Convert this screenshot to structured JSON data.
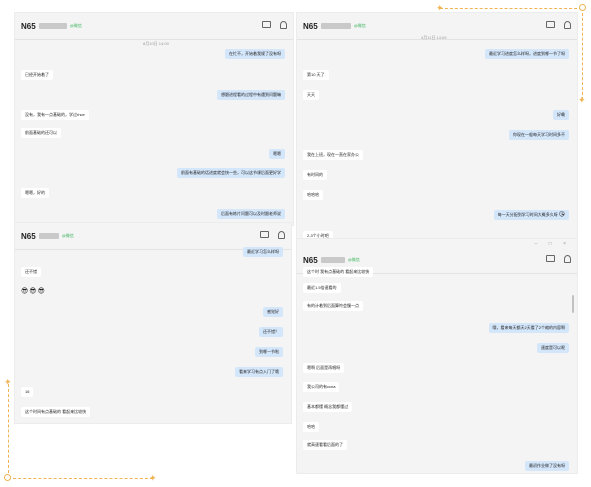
{
  "contact": {
    "name": "N65",
    "tag": "@微信"
  },
  "top_left": {
    "time": "8月10日 14:00",
    "messages": [
      {
        "dir": "out",
        "text": "在忙不，开始着我规了没有呀"
      },
      {
        "dir": "in",
        "text": "已经开始着了"
      },
      {
        "dir": "out",
        "text": "想跟进程看的过程中有遇到问题嘛"
      },
      {
        "dir": "in",
        "text": "没有，我有一点基础的，学过rhce"
      },
      {
        "dir": "in",
        "text": "前面基础的还可以"
      },
      {
        "dir": "out",
        "text": "嗯嗯"
      },
      {
        "dir": "out",
        "text": "前面有基础的话进度就会快一些，可以这节课后面更好学"
      },
      {
        "dir": "in",
        "text": "嗯嗯，好的"
      },
      {
        "dir": "out",
        "text": "后面有练片问题可以及时跟老师说"
      }
    ]
  },
  "top_right": {
    "time": "4月11日 14:09",
    "messages": [
      {
        "dir": "out",
        "text": "最近学习进度怎么样呀，进度到哪一节了呀"
      },
      {
        "dir": "in",
        "text": "第10 天了"
      },
      {
        "dir": "in",
        "text": "天天"
      },
      {
        "dir": "out",
        "text": "好嘞"
      },
      {
        "dir": "out",
        "text": "你现在一般每天学习时间多不"
      },
      {
        "dir": "in",
        "text": "我在上班，现在一直在家办公"
      },
      {
        "dir": "in",
        "text": "有时间的"
      },
      {
        "dir": "in",
        "text": "哈哈哈"
      },
      {
        "dir": "out",
        "text": "每一天分配到学习时间大概多久呀",
        "emoji": "😘"
      },
      {
        "dir": "in",
        "text": "2-3个小时吧"
      }
    ]
  },
  "bottom_left": {
    "messages": [
      {
        "dir": "out",
        "text": "最近学习怎么样呀"
      },
      {
        "dir": "in",
        "text": "还不错"
      },
      {
        "dir": "in",
        "text": "😎😎😎",
        "emoji": true
      },
      {
        "dir": "out",
        "text": "感觉好"
      },
      {
        "dir": "out",
        "text": "还不错？"
      },
      {
        "dir": "out",
        "text": "到哪一节啦"
      },
      {
        "dir": "out",
        "text": "看来学习有点入门了哦"
      },
      {
        "dir": "in",
        "text": "16"
      },
      {
        "dir": "in",
        "text": "这个时间有点基础的 看起来比较快"
      }
    ]
  },
  "bottom_right": {
    "messages": [
      {
        "dir": "in",
        "text": "这个时 我有点基础的 看起来比较快"
      },
      {
        "dir": "in",
        "text": "最近1.5倍速看的"
      },
      {
        "dir": "in",
        "text": "有的计着到后面算符会慢一点"
      },
      {
        "dir": "out",
        "text": "哦，看来每天都天2天看了2个缩的内容啊"
      },
      {
        "dir": "out",
        "text": "速度是可以呢"
      },
      {
        "dir": "in",
        "text": "嗯啊 后面是再唱呀"
      },
      {
        "dir": "in",
        "text": "我公司的有ccna"
      },
      {
        "dir": "in",
        "text": "基本都懂 概念我都懂过"
      },
      {
        "dir": "in",
        "text": "哈哈"
      },
      {
        "dir": "in",
        "text": "就高速看看后面的了"
      },
      {
        "dir": "out",
        "text": "最初作业做了没有呀"
      }
    ]
  }
}
